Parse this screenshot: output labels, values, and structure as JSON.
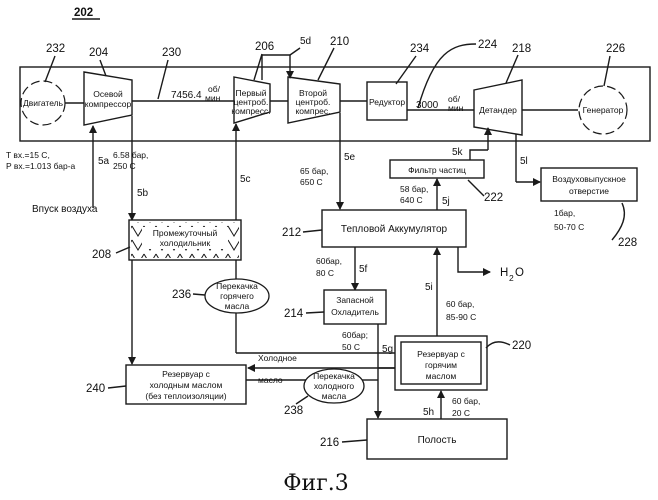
{
  "figure_number": "202",
  "caption": "Фиг.3",
  "components": {
    "engine": {
      "ref": "232",
      "label": "Двигатель"
    },
    "axial_compressor": {
      "ref": "204",
      "line1": "Осевой",
      "line2": "компрессор"
    },
    "shaft_speed_1": {
      "ref": "230",
      "value": "7456.4",
      "unit_top": "об/",
      "unit_bottom": "мин"
    },
    "first_centrifugal": {
      "ref": "206",
      "line1": "Первый",
      "line2": "центроб.",
      "line3": "компресс."
    },
    "second_centrifugal": {
      "ref": "210",
      "line1": "Второй",
      "line2": "центроб.",
      "line3": "компрес."
    },
    "gearbox": {
      "ref": "234",
      "label": "Редуктор"
    },
    "shaft_speed_2": {
      "ref": "224",
      "value": "3000",
      "unit_top": "об/",
      "unit_bottom": "мин"
    },
    "expander": {
      "ref": "218",
      "label": "Детандер"
    },
    "generator": {
      "ref": "226",
      "label": "Генератор"
    },
    "intercooler": {
      "ref": "208",
      "line1": "Промежуточный",
      "line2": "холодильник"
    },
    "particle_filter": {
      "ref": "222",
      "label": "Фильтр частиц"
    },
    "air_outlet": {
      "ref": "228",
      "line1": "Воздуховыпускное",
      "line2": "отверстие"
    },
    "heat_accumulator": {
      "ref": "212",
      "label": "Тепловой Аккумулятор"
    },
    "backup_cooler": {
      "ref": "214",
      "line1": "Запасной",
      "line2": "Охладитель"
    },
    "hot_oil_reservoir": {
      "ref": "220",
      "line1": "Резервуар с",
      "line2": "горячим",
      "line3": "маслом"
    },
    "cold_oil_reservoir": {
      "ref": "240",
      "line1": "Резервуар с",
      "line2": "холодным маслом",
      "line3": "(без теплоизоляции)"
    },
    "hot_oil_pump": {
      "ref": "236",
      "line1": "Перекачка",
      "line2": "горячего",
      "line3": "масла"
    },
    "cold_oil_pump": {
      "ref": "238",
      "line1": "Перекачка",
      "line2": "холодного",
      "line3": "масла"
    },
    "cavity": {
      "ref": "216",
      "label": "Полость"
    }
  },
  "streams": {
    "5a": "5a",
    "5b": "5b",
    "5c": "5c",
    "5d": "5d",
    "5e": "5e",
    "5f": "5f",
    "5g": "5g",
    "5h": "5h",
    "5i": "5i",
    "5j": "5j",
    "5k": "5k",
    "5l": "5l"
  },
  "conditions": {
    "inlet_temp": "T вх.=15  C,",
    "inlet_pressure": "P вх.=1.013 бар-а",
    "after_axial_p": "6.58 бар,",
    "after_axial_t": "250 C",
    "after_second_p": "65 бар,",
    "after_second_t": "650 C",
    "before_filter_p": "58 бар,",
    "before_filter_t": "640 C",
    "after_accum_p": "60бар,",
    "after_accum_t": "80 C",
    "after_cooler_p": "60бар;",
    "after_cooler_t": "50 C",
    "to_accum_p": "60 бар,",
    "to_accum_t": "85-90 C",
    "cavity_p": "60 бар,",
    "cavity_t": "20 C",
    "outlet_p": "1бар,",
    "outlet_t": "50-70 C"
  },
  "labels": {
    "air_intake": "Впуск воздуха",
    "cold_oil_line1": "Холодное",
    "cold_oil_line2": "масло",
    "water": "H",
    "water_sub": "2",
    "water_o": "O"
  }
}
